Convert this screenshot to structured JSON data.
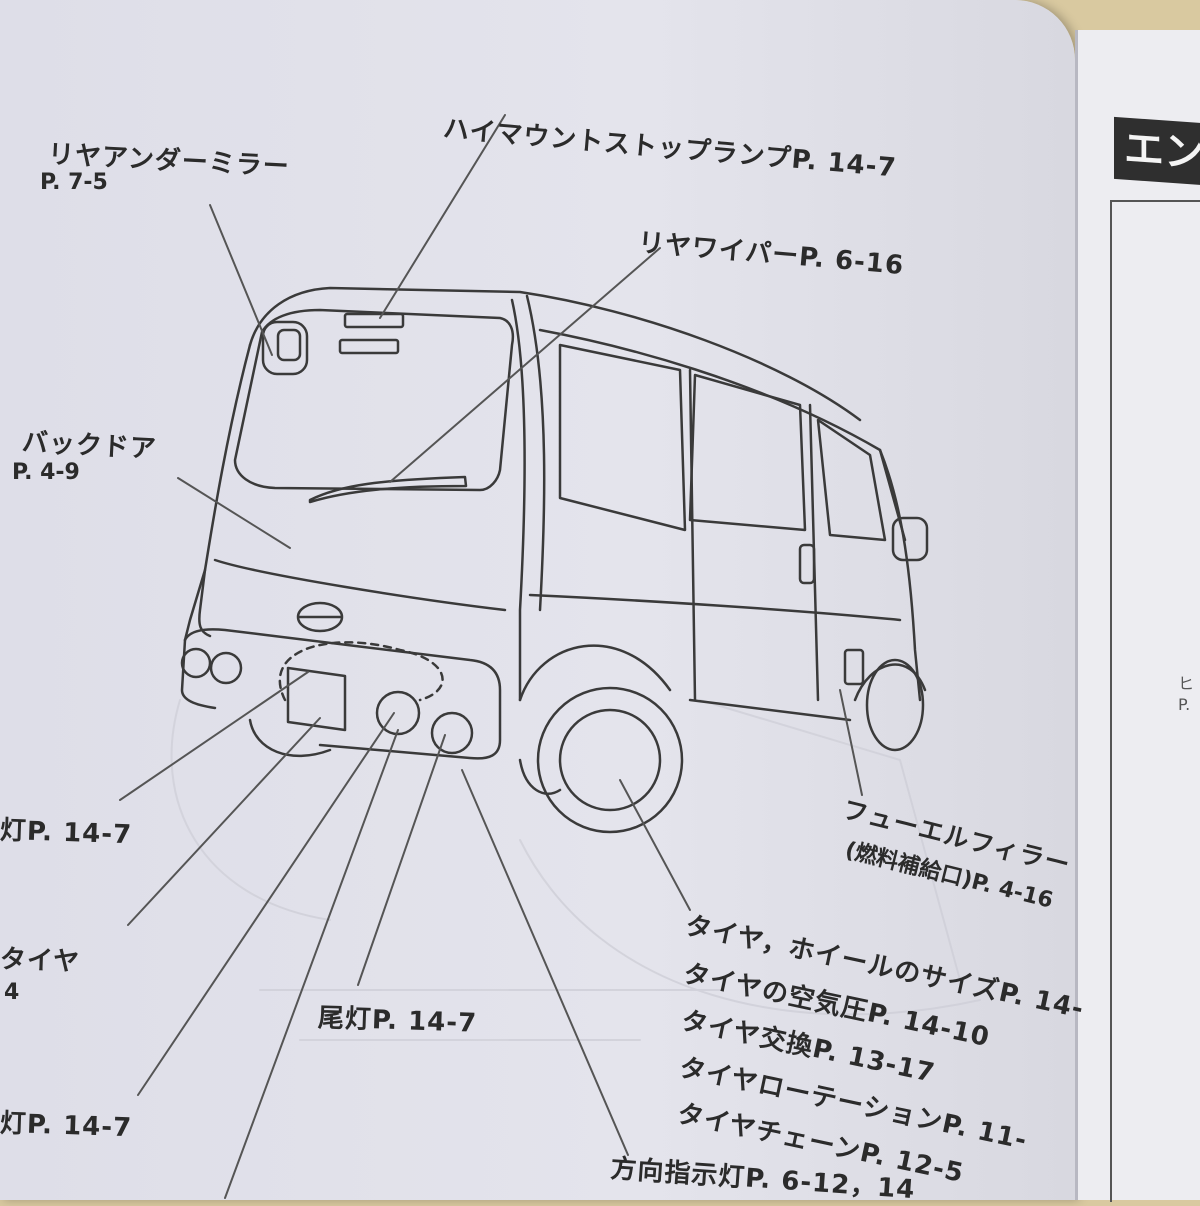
{
  "right_page": {
    "section_tab": "エン",
    "note_line1": "ヒ",
    "note_line2": "P."
  },
  "callouts": {
    "rear_under_mirror": {
      "name": "リヤアンダーミラー",
      "page": "P. 7-5"
    },
    "high_mount_stop_lamp": {
      "text": "ハイマウントストップランプP. 14-7"
    },
    "rear_wiper": {
      "text": "リヤワイパーP. 6-16"
    },
    "back_door": {
      "name": "バックドア",
      "page": "P. 4-9"
    },
    "license_lamp": {
      "text": "灯P. 14-7"
    },
    "spare_tire": {
      "name": "タイヤ",
      "page": "4"
    },
    "reverse_lamp": {
      "text": "灯P. 14-7"
    },
    "tail_lamp": {
      "text": "尾灯P. 14-7"
    },
    "turn_signal": {
      "text": "方向指示灯P. 6-12，14"
    },
    "fuel_filler": {
      "name": "フューエルフィラー",
      "sub": "(燃料補給口)P. 4-16"
    },
    "tires": [
      "タイヤ，ホイールのサイズP. 14-",
      "タイヤの空気圧P. 14-10",
      "タイヤ交換P. 13-17",
      "タイヤローテーションP. 11-",
      "タイヤチェーンP. 12-5"
    ]
  }
}
